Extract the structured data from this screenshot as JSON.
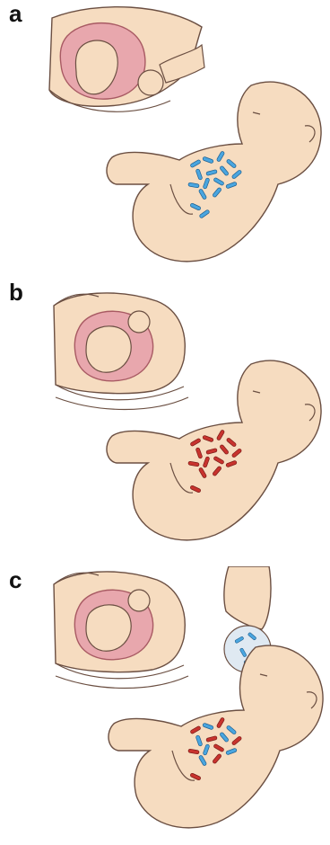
{
  "panels": [
    {
      "label": "a",
      "delivery": "vaginal-birth",
      "gut_bacteria": [
        "#4aa6e0"
      ],
      "breastfeeding": false
    },
    {
      "label": "b",
      "delivery": "caesarean-section",
      "gut_bacteria": [
        "#c8332e"
      ],
      "breastfeeding": false
    },
    {
      "label": "c",
      "delivery": "caesarean-section",
      "gut_bacteria": [
        "#c8332e",
        "#4aa6e0"
      ],
      "breastfeeding": true
    }
  ],
  "colors": {
    "skin": "#f6dcc0",
    "skin_outline": "#6b4f42",
    "uterus": "#e8a7ad",
    "uterus_outline": "#a85a63",
    "blue_bacteria": "#4aa6e0",
    "red_bacteria": "#c8332e"
  }
}
